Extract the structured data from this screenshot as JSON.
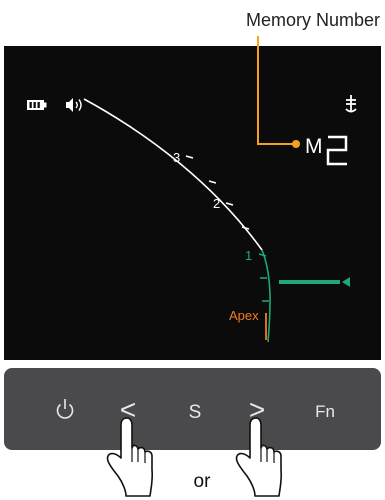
{
  "callout": {
    "label": "Memory Number"
  },
  "display": {
    "memory_prefix": "M",
    "memory_number": "2",
    "scale_marks": [
      "3",
      "2",
      "1"
    ],
    "apex_label": "Apex",
    "status_icons": [
      "battery-icon",
      "speaker-icon",
      "tool-icon"
    ],
    "colors": {
      "screen": "#0b0b0b",
      "arc": "#ffffff",
      "apex_zone": "#1fa77a",
      "apex_label": "#f07d22",
      "callout_line": "#f5a21b"
    }
  },
  "panel": {
    "buttons": [
      {
        "name": "power-button",
        "label": "⏻"
      },
      {
        "name": "left-button",
        "label": "<"
      },
      {
        "name": "s-button",
        "label": "S"
      },
      {
        "name": "right-button",
        "label": ">"
      },
      {
        "name": "fn-button",
        "label": "Fn"
      }
    ]
  },
  "hint": {
    "or_label": "or"
  }
}
